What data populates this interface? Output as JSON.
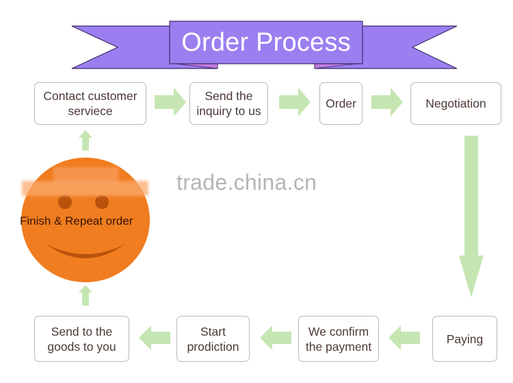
{
  "header": {
    "title": "Order Process",
    "banner_color": "#9b7ff0",
    "banner_fold_color": "#c07ae0"
  },
  "watermark": "trade.china.cn",
  "colors": {
    "arrow": "#c5e6b3",
    "box_border": "#b9b9b9",
    "box_text": "#4a3a34",
    "smiley_face": "#f07d1f",
    "smiley_features": "#b9520b"
  },
  "steps": [
    {
      "id": 1,
      "label_line1": "Contact customer",
      "label_line2": "serviece"
    },
    {
      "id": 2,
      "label_line1": "Send the",
      "label_line2": "inquiry to us"
    },
    {
      "id": 3,
      "label_line1": "Order",
      "label_line2": ""
    },
    {
      "id": 4,
      "label_line1": "Negotiation",
      "label_line2": ""
    },
    {
      "id": 5,
      "label_line1": "Paying",
      "label_line2": ""
    },
    {
      "id": 6,
      "label_line1": "We confirm",
      "label_line2": "the payment"
    },
    {
      "id": 7,
      "label_line1": "Start",
      "label_line2": "prodiction"
    },
    {
      "id": 8,
      "label_line1": "Send to the",
      "label_line2": "goods to you"
    }
  ],
  "final_step": {
    "label": "Finish & Repeat order",
    "icon": "smiley-face-icon"
  },
  "flow": [
    {
      "from": 1,
      "to": 2,
      "direction": "right"
    },
    {
      "from": 2,
      "to": 3,
      "direction": "right"
    },
    {
      "from": 3,
      "to": 4,
      "direction": "right"
    },
    {
      "from": 4,
      "to": 5,
      "direction": "down"
    },
    {
      "from": 5,
      "to": 6,
      "direction": "left"
    },
    {
      "from": 6,
      "to": 7,
      "direction": "left"
    },
    {
      "from": 7,
      "to": 8,
      "direction": "left"
    },
    {
      "from": 8,
      "to": "final",
      "direction": "up"
    },
    {
      "from": "final",
      "to": 1,
      "direction": "up"
    }
  ]
}
